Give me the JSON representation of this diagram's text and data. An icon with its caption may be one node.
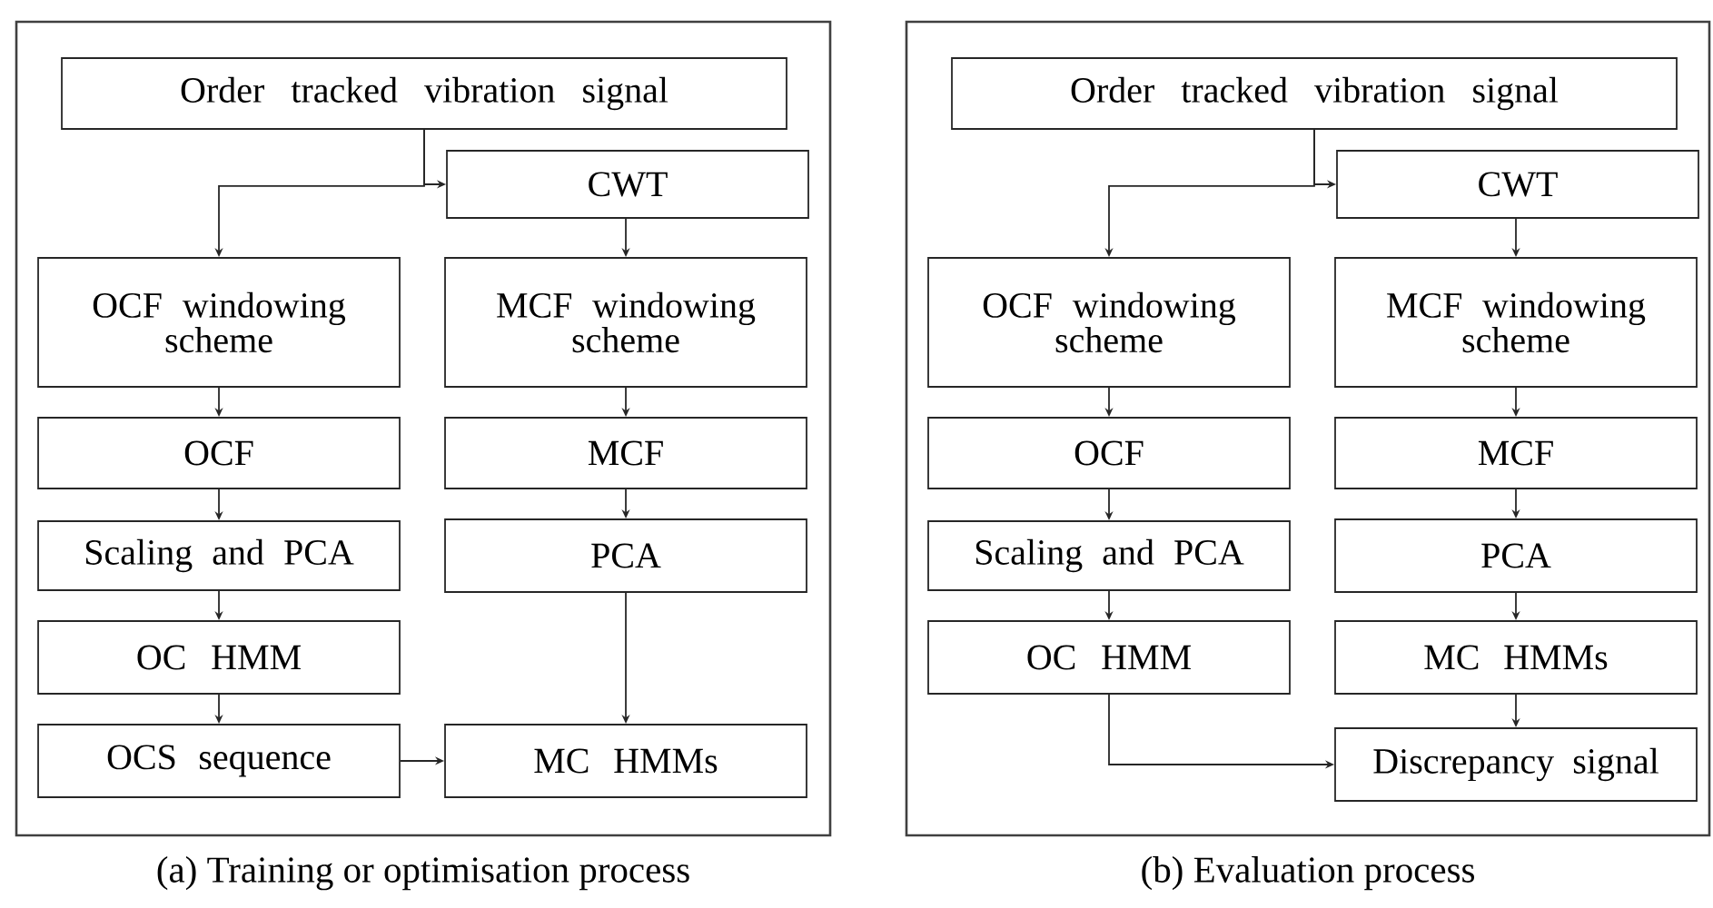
{
  "diagram": {
    "nodes": [
      {
        "text": [],
        "shape": "box",
        "beside": [
          "(a) Training or optimisation process"
        ]
      },
      {
        "text": [
          "Order tracked vibration signal"
        ],
        "in": 0
      },
      {
        "text": [
          "CWT"
        ],
        "in": 0
      },
      {
        "text": [
          "OCF windowing scheme"
        ],
        "in": 0
      },
      {
        "text": [
          "MCF windowing scheme"
        ],
        "in": 0
      },
      {
        "text": [
          "OCF"
        ],
        "in": 0
      },
      {
        "text": [
          "MCF"
        ],
        "in": 0
      },
      {
        "text": [
          "Scaling and PCA"
        ],
        "in": 0
      },
      {
        "text": [
          "PCA"
        ],
        "in": 0
      },
      {
        "text": [
          "OC HMM"
        ],
        "in": 0
      },
      {
        "text": [
          "OCS sequence"
        ],
        "in": 0
      },
      {
        "text": [
          "MC HMMs"
        ],
        "in": 0
      },
      {
        "text": [],
        "shape": "box",
        "beside": [
          "(b) Evaluation process"
        ]
      },
      {
        "text": [
          "Order tracked vibration signal"
        ],
        "in": 12
      },
      {
        "text": [
          "CWT"
        ],
        "in": 12
      },
      {
        "text": [
          "OCF windowing scheme"
        ],
        "in": 12
      },
      {
        "text": [
          "MCF windowing scheme"
        ],
        "in": 12
      },
      {
        "text": [
          "OCF"
        ],
        "in": 12
      },
      {
        "text": [
          "MCF"
        ],
        "in": 12
      },
      {
        "text": [
          "Scaling and PCA"
        ],
        "in": 12
      },
      {
        "text": [
          "PCA"
        ],
        "in": 12
      },
      {
        "text": [
          "OC HMM"
        ],
        "in": 12
      },
      {
        "text": [
          "MC HMMs"
        ],
        "in": 12
      },
      {
        "text": [
          "Discrepancy signal"
        ],
        "in": 12
      }
    ],
    "edges": [
      {
        "from": 1,
        "to": 2,
        "arrow": "to"
      },
      {
        "from": 1,
        "to": 3,
        "arrow": "to"
      },
      {
        "from": 2,
        "to": 4,
        "arrow": "to"
      },
      {
        "from": 3,
        "to": 5,
        "arrow": "to"
      },
      {
        "from": 4,
        "to": 6,
        "arrow": "to"
      },
      {
        "from": 5,
        "to": 7,
        "arrow": "to"
      },
      {
        "from": 6,
        "to": 8,
        "arrow": "to"
      },
      {
        "from": 7,
        "to": 9,
        "arrow": "to"
      },
      {
        "from": 9,
        "to": 10,
        "arrow": "to"
      },
      {
        "from": 10,
        "to": 11,
        "arrow": "to"
      },
      {
        "from": 8,
        "to": 11,
        "arrow": "to"
      },
      {
        "from": 13,
        "to": 14,
        "arrow": "to"
      },
      {
        "from": 13,
        "to": 15,
        "arrow": "to"
      },
      {
        "from": 14,
        "to": 16,
        "arrow": "to"
      },
      {
        "from": 15,
        "to": 17,
        "arrow": "to"
      },
      {
        "from": 16,
        "to": 18,
        "arrow": "to"
      },
      {
        "from": 17,
        "to": 19,
        "arrow": "to"
      },
      {
        "from": 18,
        "to": 20,
        "arrow": "to"
      },
      {
        "from": 19,
        "to": 21,
        "arrow": "to"
      },
      {
        "from": 20,
        "to": 22,
        "arrow": "to"
      },
      {
        "from": 22,
        "to": 23,
        "arrow": "to"
      },
      {
        "from": 21,
        "to": 23,
        "arrow": "to"
      }
    ]
  }
}
